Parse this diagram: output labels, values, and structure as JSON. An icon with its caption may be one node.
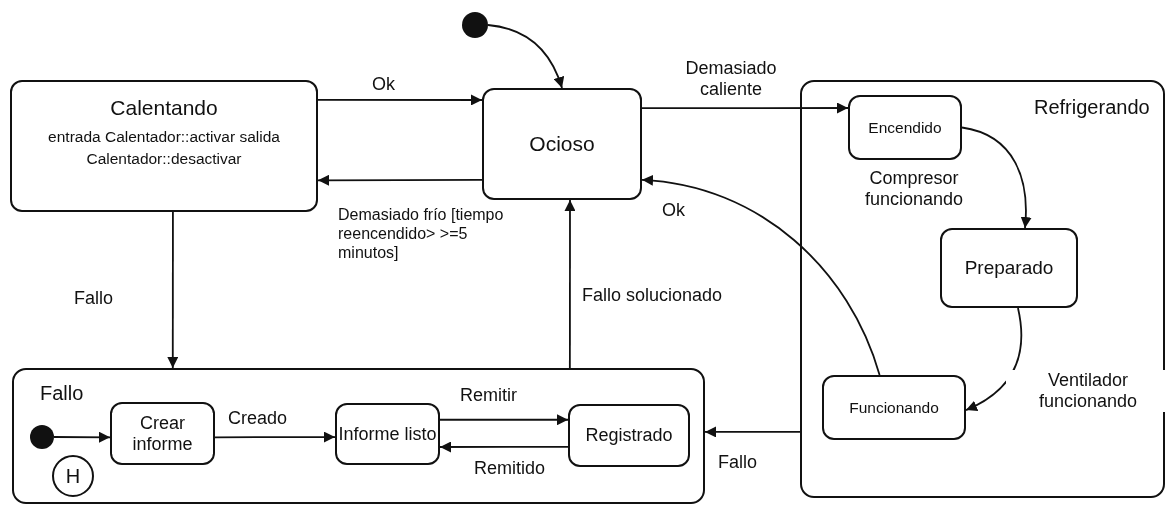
{
  "diagram": {
    "nodes": [
      {
        "text": [],
        "shape": "circle"
      },
      {
        "text": [
          "Calentando",
          "entrada Calentador::activar salida Calentador::desactivar"
        ]
      },
      {
        "text": [
          "Ocioso"
        ]
      },
      {
        "text": [
          "Refrigerando"
        ]
      },
      {
        "text": [
          "Encendido"
        ],
        "in": 3
      },
      {
        "text": [
          "Preparado"
        ],
        "in": 3
      },
      {
        "text": [
          "Funcionando"
        ],
        "in": 3
      },
      {
        "text": [
          "Fallo"
        ]
      },
      {
        "text": [],
        "shape": "circle",
        "in": 7
      },
      {
        "text": [
          "Crear informe"
        ],
        "in": 7
      },
      {
        "text": [
          "Informe listo"
        ],
        "in": 7
      },
      {
        "text": [
          "Registrado"
        ],
        "in": 7
      },
      {
        "text": [
          "H"
        ],
        "in": 7
      }
    ],
    "edges": [
      {
        "from": 0,
        "to": 2,
        "arrow": "to"
      },
      {
        "from": 1,
        "to": 2,
        "arrow": "to",
        "label": "Ok"
      },
      {
        "from": 2,
        "to": 1,
        "arrow": "to",
        "label": "Demasiado frío [tiempo reencendido> >=5 minutos]"
      },
      {
        "from": 2,
        "to": 4,
        "arrow": "to",
        "label": "Demasiado caliente"
      },
      {
        "from": 4,
        "to": 5,
        "arrow": "to",
        "label": "Compresor funcionando"
      },
      {
        "from": 5,
        "to": 6,
        "arrow": "to",
        "label": "Ventilador funcionando"
      },
      {
        "from": 6,
        "to": 2,
        "arrow": "to",
        "label": "Ok"
      },
      {
        "from": 3,
        "to": 7,
        "arrow": "to",
        "label": "Fallo"
      },
      {
        "from": 1,
        "to": 7,
        "arrow": "to",
        "label": "Fallo"
      },
      {
        "from": 7,
        "to": 2,
        "arrow": "to",
        "label": "Fallo solucionado"
      },
      {
        "from": 8,
        "to": 9,
        "arrow": "to"
      },
      {
        "from": 9,
        "to": 10,
        "arrow": "to",
        "label": "Creado"
      },
      {
        "from": 10,
        "to": 11,
        "arrow": "to",
        "label": "Remitir"
      },
      {
        "from": 11,
        "to": 10,
        "arrow": "to",
        "label": "Remitido"
      }
    ]
  }
}
